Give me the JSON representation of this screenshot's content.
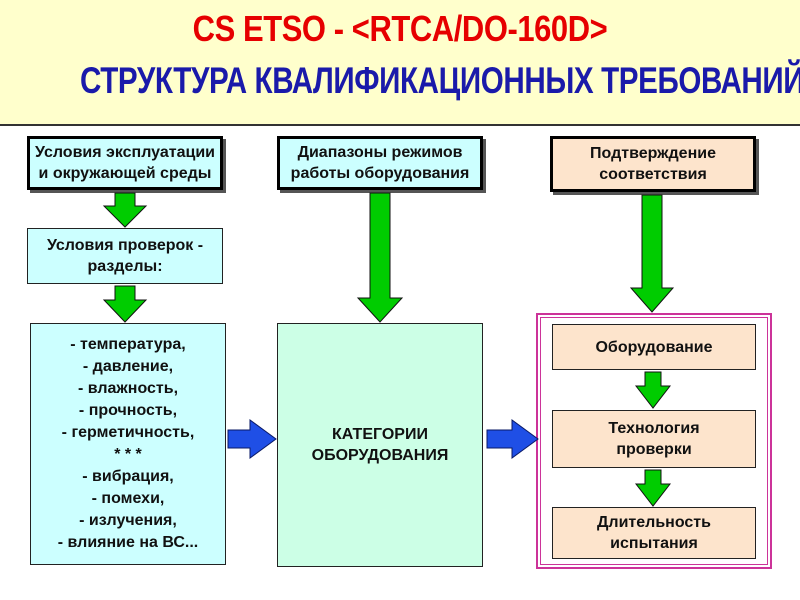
{
  "header": {
    "title_line1": "CS ETSO - <RTCA/DO-160D>",
    "title_line2": "СТРУКТУРА КВАЛИФИКАЦИОННЫХ ТРЕБОВАНИЙ"
  },
  "left_column": {
    "top_box": [
      "Условия эксплуатации",
      "и окружающей среды"
    ],
    "middle_box": [
      "Условия проверок -",
      "разделы:"
    ],
    "list_box": [
      "- температура,",
      "- давление,",
      "- влажность,",
      "- прочность,",
      "- герметичность,",
      "* * *",
      "- вибрация,",
      "- помехи,",
      "- излучения,",
      "- влияние на ВС..."
    ]
  },
  "center_column": {
    "top_box": [
      "Диапазоны режимов",
      "работы оборудования"
    ],
    "main_box": [
      "КАТЕГОРИИ",
      "ОБОРУДОВАНИЯ"
    ]
  },
  "right_column": {
    "top_box": [
      "Подтверждение",
      "соответствия"
    ],
    "equipment_box": [
      "Оборудование"
    ],
    "technology_box": [
      "Технология",
      "проверки"
    ],
    "duration_box": [
      "Длительность",
      "испытания"
    ]
  },
  "colors": {
    "title_red": "#e60000",
    "title_blue": "#1a1aaa",
    "header_bg": "#ffffcc",
    "arrow_green": "#00cc00",
    "arrow_blue": "#1f4fe6",
    "frame_pink": "#cc3399"
  },
  "arrow_icons": {
    "down": "green-down-arrow-icon",
    "right": "blue-right-arrow-icon"
  }
}
